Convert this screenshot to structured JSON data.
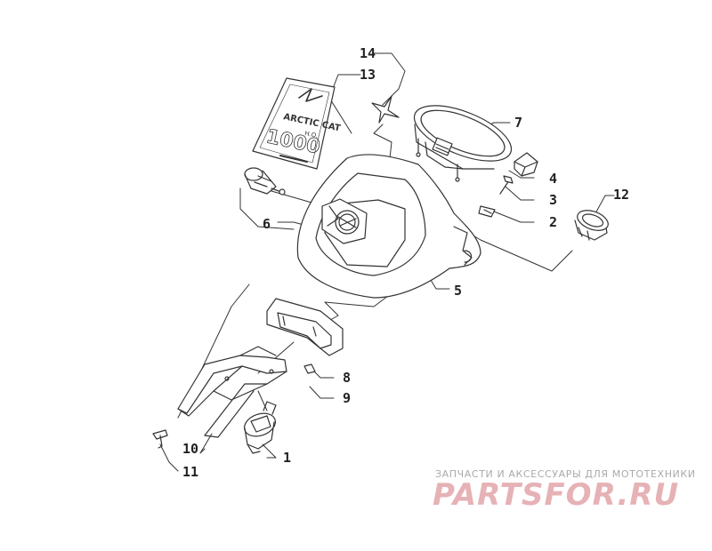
{
  "diagram": {
    "callouts": [
      {
        "id": "c1",
        "label": "1"
      },
      {
        "id": "c2",
        "label": "2"
      },
      {
        "id": "c3",
        "label": "3"
      },
      {
        "id": "c4",
        "label": "4"
      },
      {
        "id": "c5",
        "label": "5"
      },
      {
        "id": "c6",
        "label": "6"
      },
      {
        "id": "c7",
        "label": "7"
      },
      {
        "id": "c8",
        "label": "8"
      },
      {
        "id": "c9",
        "label": "9"
      },
      {
        "id": "c10",
        "label": "10"
      },
      {
        "id": "c11",
        "label": "11"
      },
      {
        "id": "c12",
        "label": "12"
      },
      {
        "id": "c13",
        "label": "13"
      },
      {
        "id": "c14",
        "label": "14"
      }
    ],
    "decal": {
      "brand": "ARCTIC CAT",
      "model": "1000",
      "suffix": "H.O."
    }
  },
  "watermark": {
    "line1": "ЗАПЧАСТИ И АКСЕССУАРЫ ДЛЯ МОТОТЕХНИКИ",
    "line2": "PARTSFOR.RU"
  },
  "colors": {
    "line": "#333333",
    "watermark_text": "#aaaaaa",
    "watermark_logo": "#e6b2b6"
  }
}
